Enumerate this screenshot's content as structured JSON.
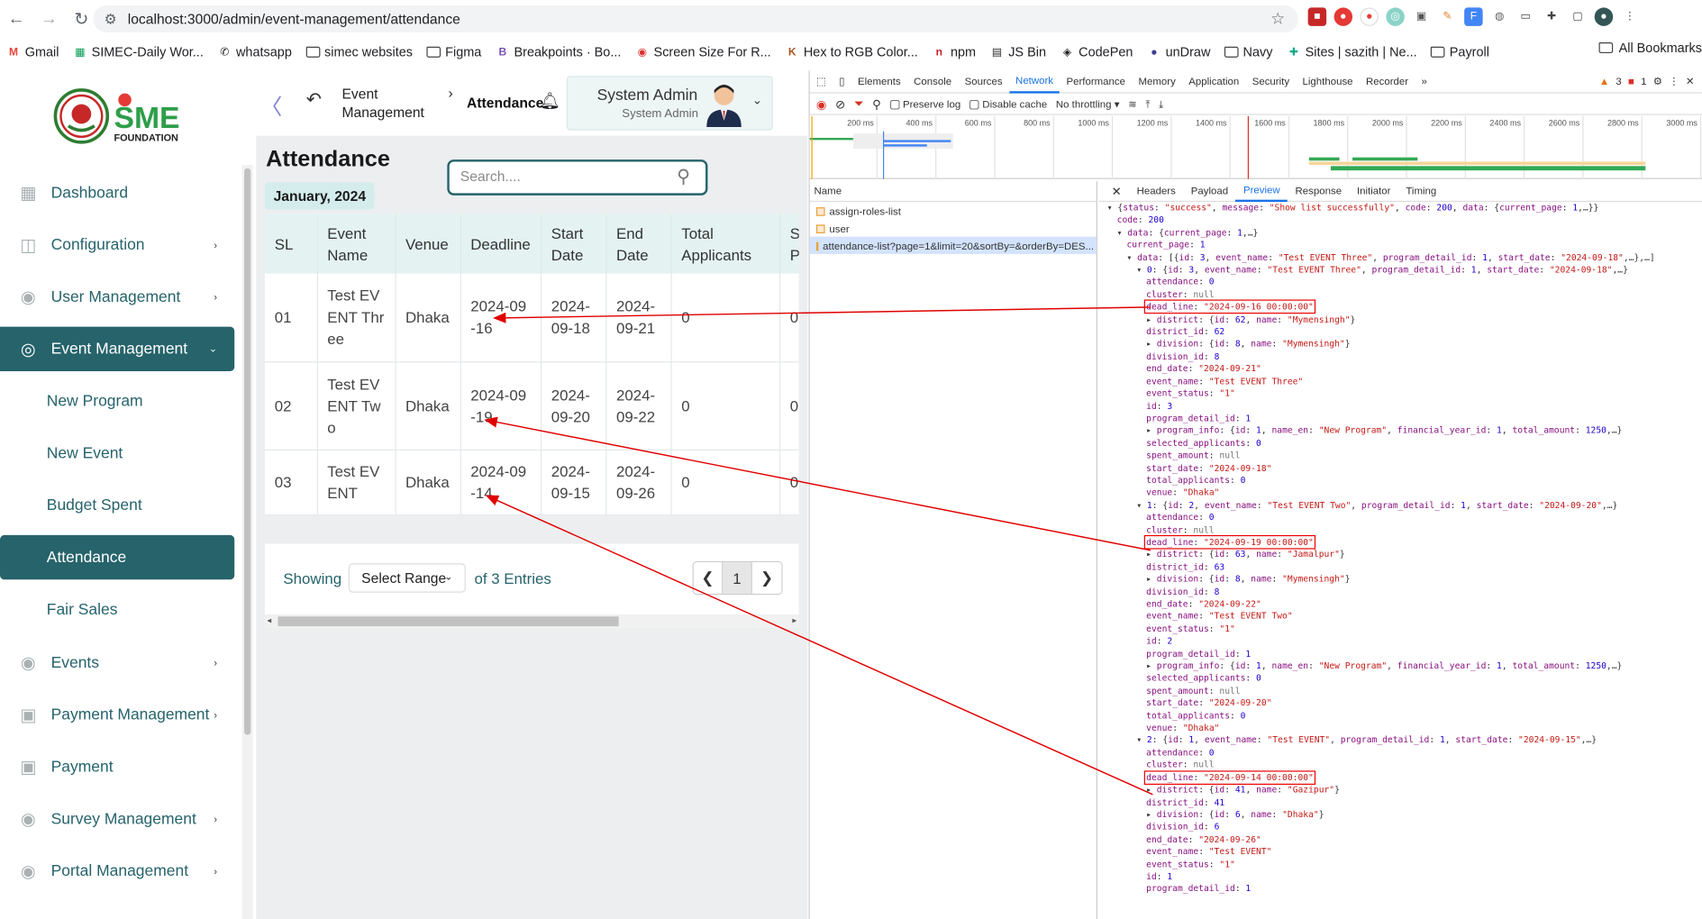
{
  "browser": {
    "url": "localhost:3000/admin/event-management/attendance",
    "bookmarks": [
      {
        "label": "Gmail",
        "icon": "gmail-icon",
        "color": "#ea4335"
      },
      {
        "label": "SIMEC-Daily Wor...",
        "icon": "sheets-icon",
        "color": "#0f9d58"
      },
      {
        "label": "whatsapp",
        "icon": "whatsapp-icon",
        "color": "#222"
      },
      {
        "label": "simec websites",
        "icon": "folder-icon",
        "color": "#444"
      },
      {
        "label": "Figma",
        "icon": "folder-icon",
        "color": "#444"
      },
      {
        "label": "Breakpoints · Bo...",
        "icon": "bootstrap-icon",
        "color": "#7952b3"
      },
      {
        "label": "Screen Size For R...",
        "icon": "screen-icon",
        "color": "#d33"
      },
      {
        "label": "Hex to RGB Color...",
        "icon": "hex-icon",
        "color": "#a52"
      },
      {
        "label": "npm",
        "icon": "npm-icon",
        "color": "#c12127"
      },
      {
        "label": "JS Bin",
        "icon": "jsbin-icon",
        "color": "#333"
      },
      {
        "label": "CodePen",
        "icon": "codepen-icon",
        "color": "#222"
      },
      {
        "label": "unDraw",
        "icon": "undraw-icon",
        "color": "#3f3d99"
      },
      {
        "label": "Navy",
        "icon": "folder-icon",
        "color": "#444"
      },
      {
        "label": "Sites | sazith | Ne...",
        "icon": "sites-icon",
        "color": "#0a8"
      },
      {
        "label": "Payroll",
        "icon": "folder-icon",
        "color": "#444"
      }
    ],
    "all_bookmarks": "All Bookmarks"
  },
  "brand": {
    "logo_text": "SME",
    "logo_sub": "FOUNDATION",
    "accent": "#26636b"
  },
  "sidebar": {
    "items": [
      {
        "label": "Dashboard",
        "icon": "dashboard-icon",
        "chevron": false,
        "sub": false,
        "active": false
      },
      {
        "label": "Configuration",
        "icon": "configuration-icon",
        "chevron": true,
        "sub": false,
        "active": false
      },
      {
        "label": "User Management",
        "icon": "user-management-icon",
        "chevron": true,
        "sub": false,
        "active": false
      },
      {
        "label": "Event Management",
        "icon": "event-management-icon",
        "chevron": true,
        "sub": false,
        "active": true
      },
      {
        "label": "New Program",
        "icon": "",
        "chevron": false,
        "sub": true,
        "active": false
      },
      {
        "label": "New Event",
        "icon": "",
        "chevron": false,
        "sub": true,
        "active": false
      },
      {
        "label": "Budget Spent",
        "icon": "",
        "chevron": false,
        "sub": true,
        "active": false
      },
      {
        "label": "Attendance",
        "icon": "",
        "chevron": false,
        "sub": true,
        "active": true
      },
      {
        "label": "Fair Sales",
        "icon": "",
        "chevron": false,
        "sub": true,
        "active": false
      },
      {
        "label": "Events",
        "icon": "events-icon",
        "chevron": true,
        "sub": false,
        "active": false
      },
      {
        "label": "Payment Management",
        "icon": "payment-management-icon",
        "chevron": true,
        "sub": false,
        "active": false
      },
      {
        "label": "Payment",
        "icon": "payment-icon",
        "chevron": false,
        "sub": false,
        "active": false
      },
      {
        "label": "Survey Management",
        "icon": "survey-management-icon",
        "chevron": true,
        "sub": false,
        "active": false
      },
      {
        "label": "Portal Management",
        "icon": "portal-management-icon",
        "chevron": true,
        "sub": false,
        "active": false
      }
    ]
  },
  "header": {
    "breadcrumb_parent": "Event Management",
    "breadcrumb_separator": "›",
    "breadcrumb_current": "Attendance",
    "user_name": "System Admin",
    "user_role": "System Admin"
  },
  "page": {
    "title": "Attendance",
    "search_placeholder": "Search....",
    "period": "January, 2024",
    "columns": [
      "SL",
      "Event Name",
      "Venue",
      "Deadline",
      "Start Date",
      "End Date",
      "Total Applicants",
      "Selec Partic"
    ],
    "rows": [
      {
        "sl": "01",
        "event": "Test EVENT Three",
        "venue": "Dhaka",
        "deadline": "2024-09-16",
        "start": "2024-09-18",
        "end": "2024-09-21",
        "total": "0",
        "selected": "0"
      },
      {
        "sl": "02",
        "event": "Test EVENT Two",
        "venue": "Dhaka",
        "deadline": "2024-09-19",
        "start": "2024-09-20",
        "end": "2024-09-22",
        "total": "0",
        "selected": "0"
      },
      {
        "sl": "03",
        "event": "Test EVENT",
        "venue": "Dhaka",
        "deadline": "2024-09-14",
        "start": "2024-09-15",
        "end": "2024-09-26",
        "total": "0",
        "selected": "0"
      }
    ],
    "showing": "Showing",
    "range": "Select Range",
    "entries": "of 3 Entries",
    "current_page": "1"
  },
  "devtools": {
    "tabs": [
      "Elements",
      "Console",
      "Sources",
      "Network",
      "Performance",
      "Memory",
      "Application",
      "Security",
      "Lighthouse",
      "Recorder",
      "»"
    ],
    "active_tab": "Network",
    "warn_count": "3",
    "err_count": "1",
    "preserve_log": "Preserve log",
    "disable_cache": "Disable cache",
    "throttling": "No throttling",
    "ticks": [
      "200 ms",
      "400 ms",
      "600 ms",
      "800 ms",
      "1000 ms",
      "1200 ms",
      "1400 ms",
      "1600 ms",
      "1800 ms",
      "2000 ms",
      "2200 ms",
      "2400 ms",
      "2600 ms",
      "2800 ms",
      "3000 ms"
    ],
    "name_header": "Name",
    "requests": [
      "assign-roles-list",
      "user",
      "attendance-list?page=1&limit=20&sortBy=&orderBy=DES..."
    ],
    "detail_tabs": [
      "Headers",
      "Payload",
      "Preview",
      "Response",
      "Initiator",
      "Timing"
    ],
    "active_detail_tab": "Preview",
    "json_lines": [
      {
        "i": 0,
        "t": "▾ {status: \"success\", message: \"Show list successfully\", code: 200, data: {current_page: 1,…}}"
      },
      {
        "i": 1,
        "t": "code: 200"
      },
      {
        "i": 1,
        "t": "▾ data: {current_page: 1,…}"
      },
      {
        "i": 2,
        "t": "current_page: 1"
      },
      {
        "i": 2,
        "t": "▾ data: [{id: 3, event_name: \"Test EVENT Three\", program_detail_id: 1, start_date: \"2024-09-18\",…},…]"
      },
      {
        "i": 3,
        "t": "▾ 0: {id: 3, event_name: \"Test EVENT Three\", program_detail_id: 1, start_date: \"2024-09-18\",…}"
      },
      {
        "i": 4,
        "t": "attendance: 0"
      },
      {
        "i": 4,
        "t": "cluster: null"
      },
      {
        "i": 4,
        "t": "dead_line: \"2024-09-16 00:00:00\"",
        "hl": true
      },
      {
        "i": 4,
        "t": "▸ district: {id: 62, name: \"Mymensingh\"}"
      },
      {
        "i": 4,
        "t": "district_id: 62"
      },
      {
        "i": 4,
        "t": "▸ division: {id: 8, name: \"Mymensingh\"}"
      },
      {
        "i": 4,
        "t": "division_id: 8"
      },
      {
        "i": 4,
        "t": "end_date: \"2024-09-21\""
      },
      {
        "i": 4,
        "t": "event_name: \"Test EVENT Three\""
      },
      {
        "i": 4,
        "t": "event_status: \"1\""
      },
      {
        "i": 4,
        "t": "id: 3"
      },
      {
        "i": 4,
        "t": "program_detail_id: 1"
      },
      {
        "i": 4,
        "t": "▸ program_info: {id: 1, name_en: \"New Program\", financial_year_id: 1, total_amount: 1250,…}"
      },
      {
        "i": 4,
        "t": "selected_applicants: 0"
      },
      {
        "i": 4,
        "t": "spent_amount: null"
      },
      {
        "i": 4,
        "t": "start_date: \"2024-09-18\""
      },
      {
        "i": 4,
        "t": "total_applicants: 0"
      },
      {
        "i": 4,
        "t": "venue: \"Dhaka\""
      },
      {
        "i": 3,
        "t": "▾ 1: {id: 2, event_name: \"Test EVENT Two\", program_detail_id: 1, start_date: \"2024-09-20\",…}"
      },
      {
        "i": 4,
        "t": "attendance: 0"
      },
      {
        "i": 4,
        "t": "cluster: null"
      },
      {
        "i": 4,
        "t": "dead_line: \"2024-09-19 00:00:00\"",
        "hl": true
      },
      {
        "i": 4,
        "t": "▸ district: {id: 63, name: \"Jamalpur\"}"
      },
      {
        "i": 4,
        "t": "district_id: 63"
      },
      {
        "i": 4,
        "t": "▸ division: {id: 8, name: \"Mymensingh\"}"
      },
      {
        "i": 4,
        "t": "division_id: 8"
      },
      {
        "i": 4,
        "t": "end_date: \"2024-09-22\""
      },
      {
        "i": 4,
        "t": "event_name: \"Test EVENT Two\""
      },
      {
        "i": 4,
        "t": "event_status: \"1\""
      },
      {
        "i": 4,
        "t": "id: 2"
      },
      {
        "i": 4,
        "t": "program_detail_id: 1"
      },
      {
        "i": 4,
        "t": "▸ program_info: {id: 1, name_en: \"New Program\", financial_year_id: 1, total_amount: 1250,…}"
      },
      {
        "i": 4,
        "t": "selected_applicants: 0"
      },
      {
        "i": 4,
        "t": "spent_amount: null"
      },
      {
        "i": 4,
        "t": "start_date: \"2024-09-20\""
      },
      {
        "i": 4,
        "t": "total_applicants: 0"
      },
      {
        "i": 4,
        "t": "venue: \"Dhaka\""
      },
      {
        "i": 3,
        "t": "▾ 2: {id: 1, event_name: \"Test EVENT\", program_detail_id: 1, start_date: \"2024-09-15\",…}"
      },
      {
        "i": 4,
        "t": "attendance: 0"
      },
      {
        "i": 4,
        "t": "cluster: null"
      },
      {
        "i": 4,
        "t": "dead_line: \"2024-09-14 00:00:00\"",
        "hl": true
      },
      {
        "i": 4,
        "t": "▸ district: {id: 41, name: \"Gazipur\"}"
      },
      {
        "i": 4,
        "t": "district_id: 41"
      },
      {
        "i": 4,
        "t": "▸ division: {id: 6, name: \"Dhaka\"}"
      },
      {
        "i": 4,
        "t": "division_id: 6"
      },
      {
        "i": 4,
        "t": "end_date: \"2024-09-26\""
      },
      {
        "i": 4,
        "t": "event_name: \"Test EVENT\""
      },
      {
        "i": 4,
        "t": "event_status: \"1\""
      },
      {
        "i": 4,
        "t": "id: 1"
      },
      {
        "i": 4,
        "t": "program_detail_id: 1"
      }
    ]
  },
  "annotation": {
    "color": "#e00000"
  }
}
